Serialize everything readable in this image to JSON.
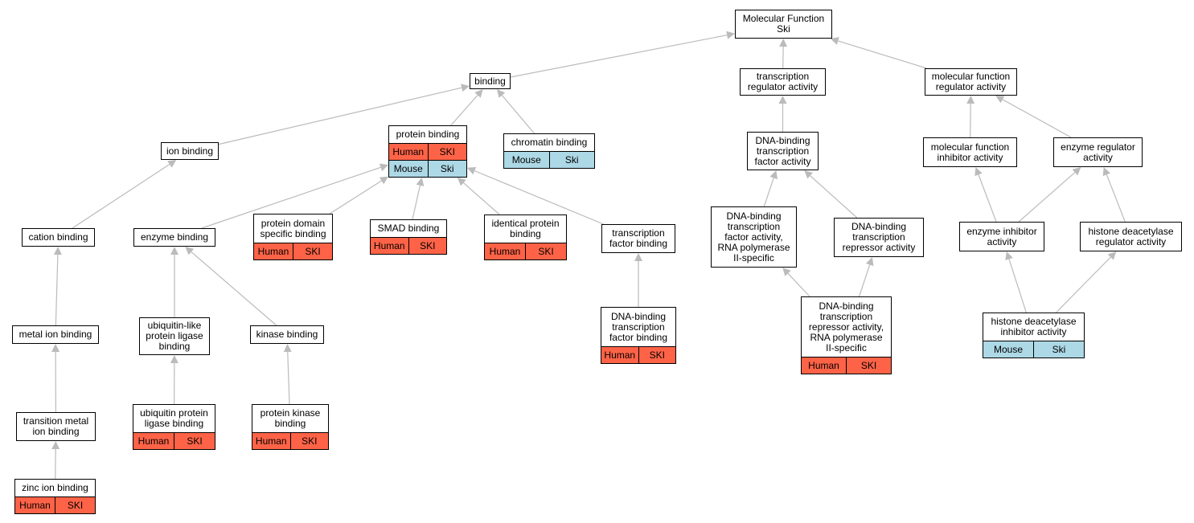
{
  "colors": {
    "edge": "#bbbbbb",
    "human": "#ff6347",
    "mouse": "#add8e6",
    "border": "#000000"
  },
  "nodes": [
    {
      "id": "mf",
      "label": "Molecular Function\nSki",
      "rows": []
    },
    {
      "id": "binding",
      "label": "binding",
      "rows": []
    },
    {
      "id": "tra",
      "label": "transcription\nregulator activity",
      "rows": []
    },
    {
      "id": "mfra",
      "label": "molecular function\nregulator activity",
      "rows": []
    },
    {
      "id": "ionb",
      "label": "ion binding",
      "rows": []
    },
    {
      "id": "protb",
      "label": "protein binding",
      "rows": [
        {
          "species": "Human",
          "gene": "SKI"
        },
        {
          "species": "Mouse",
          "gene": "Ski"
        }
      ]
    },
    {
      "id": "chromb",
      "label": "chromatin binding",
      "rows": [
        {
          "species": "Mouse",
          "gene": "Ski"
        }
      ]
    },
    {
      "id": "dbtfa",
      "label": "DNA-binding\ntranscription\nfactor activity",
      "rows": []
    },
    {
      "id": "mfia",
      "label": "molecular function\ninhibitor activity",
      "rows": []
    },
    {
      "id": "era",
      "label": "enzyme regulator\nactivity",
      "rows": []
    },
    {
      "id": "catb",
      "label": "cation binding",
      "rows": []
    },
    {
      "id": "enzb",
      "label": "enzyme binding",
      "rows": []
    },
    {
      "id": "pdsb",
      "label": "protein domain\nspecific binding",
      "rows": [
        {
          "species": "Human",
          "gene": "SKI"
        }
      ]
    },
    {
      "id": "smadb",
      "label": "SMAD binding",
      "rows": [
        {
          "species": "Human",
          "gene": "SKI"
        }
      ]
    },
    {
      "id": "ipb",
      "label": "identical protein\nbinding",
      "rows": [
        {
          "species": "Human",
          "gene": "SKI"
        }
      ]
    },
    {
      "id": "tfb",
      "label": "transcription\nfactor binding",
      "rows": []
    },
    {
      "id": "dbtfa2",
      "label": "DNA-binding\ntranscription\nfactor activity,\nRNA polymerase\nII-specific",
      "rows": []
    },
    {
      "id": "dbtra",
      "label": "DNA-binding\ntranscription\nrepressor activity",
      "rows": []
    },
    {
      "id": "eia",
      "label": "enzyme inhibitor\nactivity",
      "rows": []
    },
    {
      "id": "hdra",
      "label": "histone deacetylase\nregulator activity",
      "rows": []
    },
    {
      "id": "mib",
      "label": "metal ion binding",
      "rows": []
    },
    {
      "id": "ulplb",
      "label": "ubiquitin-like\nprotein ligase\nbinding",
      "rows": []
    },
    {
      "id": "kinb",
      "label": "kinase binding",
      "rows": []
    },
    {
      "id": "dbtfb",
      "label": "DNA-binding\ntranscription\nfactor binding",
      "rows": [
        {
          "species": "Human",
          "gene": "SKI"
        }
      ]
    },
    {
      "id": "dbtra2",
      "label": "DNA-binding\ntranscription\nrepressor activity,\nRNA polymerase\nII-specific",
      "rows": [
        {
          "species": "Human",
          "gene": "SKI"
        }
      ]
    },
    {
      "id": "hdia",
      "label": "histone deacetylase\ninhibitor activity",
      "rows": [
        {
          "species": "Mouse",
          "gene": "Ski"
        }
      ]
    },
    {
      "id": "tmib",
      "label": "transition metal\nion binding",
      "rows": []
    },
    {
      "id": "uplb",
      "label": "ubiquitin protein\nligase binding",
      "rows": [
        {
          "species": "Human",
          "gene": "SKI"
        }
      ]
    },
    {
      "id": "pkb",
      "label": "protein kinase\nbinding",
      "rows": [
        {
          "species": "Human",
          "gene": "SKI"
        }
      ]
    },
    {
      "id": "zib",
      "label": "zinc ion binding",
      "rows": [
        {
          "species": "Human",
          "gene": "SKI"
        }
      ]
    }
  ],
  "edges": [
    [
      "binding",
      "mf"
    ],
    [
      "tra",
      "mf"
    ],
    [
      "mfra",
      "mf"
    ],
    [
      "ionb",
      "binding"
    ],
    [
      "protb",
      "binding"
    ],
    [
      "chromb",
      "binding"
    ],
    [
      "dbtfa",
      "tra"
    ],
    [
      "mfia",
      "mfra"
    ],
    [
      "era",
      "mfra"
    ],
    [
      "catb",
      "ionb"
    ],
    [
      "enzb",
      "protb"
    ],
    [
      "pdsb",
      "protb"
    ],
    [
      "smadb",
      "protb"
    ],
    [
      "ipb",
      "protb"
    ],
    [
      "tfb",
      "protb"
    ],
    [
      "dbtfa2",
      "dbtfa"
    ],
    [
      "dbtra",
      "dbtfa"
    ],
    [
      "eia",
      "mfia"
    ],
    [
      "eia",
      "era"
    ],
    [
      "hdra",
      "era"
    ],
    [
      "mib",
      "catb"
    ],
    [
      "ulplb",
      "enzb"
    ],
    [
      "kinb",
      "enzb"
    ],
    [
      "dbtfb",
      "tfb"
    ],
    [
      "dbtra2",
      "dbtfa2"
    ],
    [
      "dbtra2",
      "dbtra"
    ],
    [
      "hdia",
      "eia"
    ],
    [
      "hdia",
      "hdra"
    ],
    [
      "tmib",
      "mib"
    ],
    [
      "uplb",
      "ulplb"
    ],
    [
      "pkb",
      "kinb"
    ],
    [
      "zib",
      "tmib"
    ]
  ]
}
